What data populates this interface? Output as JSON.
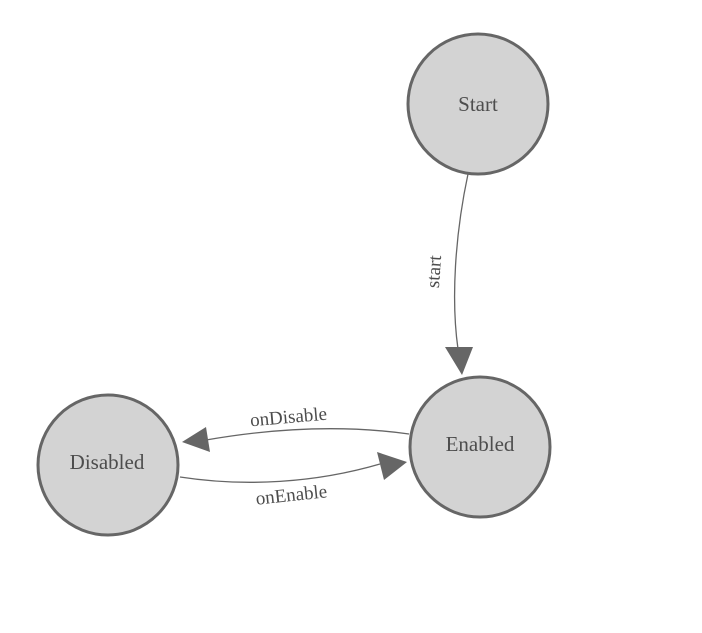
{
  "diagram": {
    "title": "state-machine-diagram",
    "nodes": [
      {
        "id": "start",
        "label": "Start"
      },
      {
        "id": "enabled",
        "label": "Enabled"
      },
      {
        "id": "disabled",
        "label": "Disabled"
      }
    ],
    "edges": [
      {
        "from": "Start",
        "to": "Enabled",
        "label": "start"
      },
      {
        "from": "Enabled",
        "to": "Disabled",
        "label": "onDisable"
      },
      {
        "from": "Disabled",
        "to": "Enabled",
        "label": "onEnable"
      }
    ],
    "colors": {
      "background": "#ffffff",
      "node_fill": "#d3d3d3",
      "node_stroke": "#666666",
      "edge_stroke": "#666666",
      "arrow_fill": "#666666",
      "text": "#4d4d4d"
    }
  }
}
